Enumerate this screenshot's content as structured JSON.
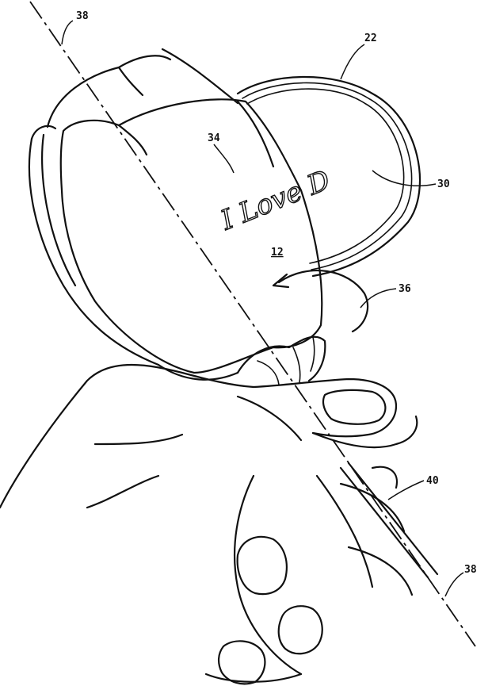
{
  "figure": {
    "reference_numerals": {
      "axis_top": "38",
      "axis_bottom": "38",
      "tag_plate": "22",
      "message_print": "30",
      "petal_message": "34",
      "flower_head": "12",
      "rotation_arrow": "36",
      "stem": "40"
    },
    "inscription": "I Love D"
  }
}
